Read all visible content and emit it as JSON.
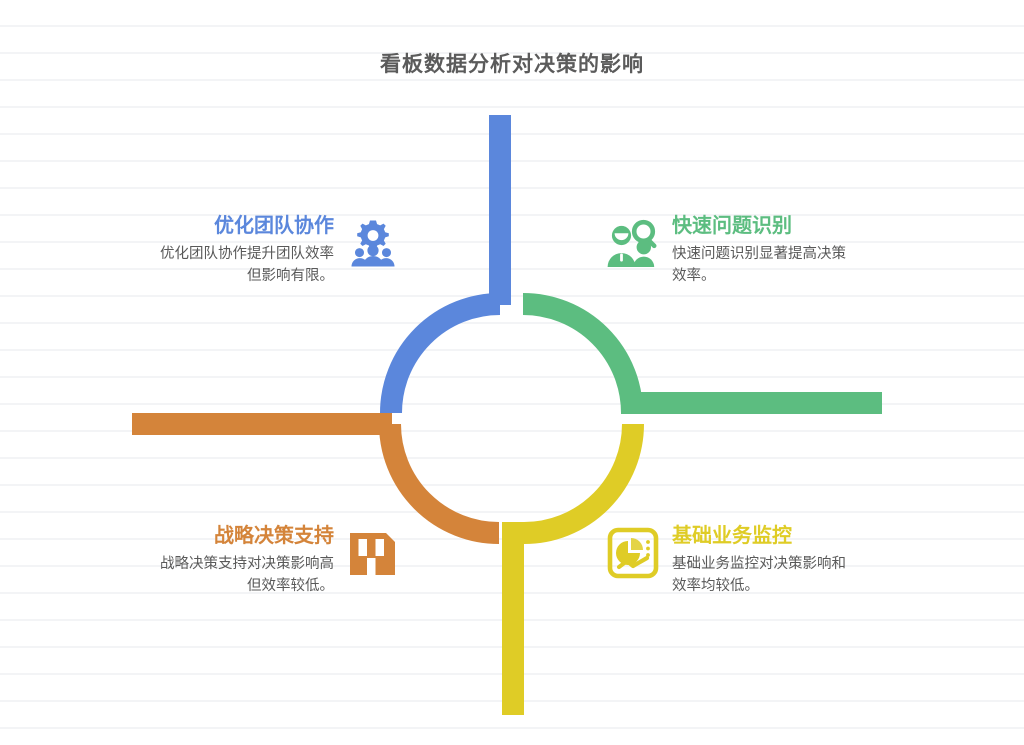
{
  "title": "看板数据分析对决策的影响",
  "colors": {
    "blue": "#5b87dc",
    "green": "#5cbd80",
    "orange": "#d4843a",
    "yellow": "#dfcc26",
    "title_text": "#5b5b5b",
    "body_text": "#595959",
    "background": "#ffffff",
    "rule_line": "#f3f4f6"
  },
  "quadrants": {
    "top_left": {
      "heading": "优化团队协作",
      "description": "优化团队协作提升团队效率但影响有限。",
      "icon": "gear-people-icon",
      "color": "#5b87dc"
    },
    "top_right": {
      "heading": "快速问题识别",
      "description": "快速问题识别显著提高决策效率。",
      "icon": "people-search-icon",
      "color": "#5cbd80"
    },
    "bottom_left": {
      "heading": "战略决策支持",
      "description": "战略决策支持对决策影响高但效率较低。",
      "icon": "bar-building-icon",
      "color": "#d4843a"
    },
    "bottom_right": {
      "heading": "基础业务监控",
      "description": "基础业务监控对决策影响和效率均较低。",
      "icon": "dashboard-chart-icon",
      "color": "#dfcc26"
    }
  },
  "chart_data": {
    "type": "diagram",
    "title": "看板数据分析对决策的影响",
    "layout": "four-quadrant-ring-with-arms",
    "center": [
      512,
      413
    ],
    "ring_radius": 98,
    "stroke_width": 22,
    "segments": [
      {
        "name": "优化团队协作",
        "quadrant": "top-left",
        "color": "#5b87dc",
        "arc_degrees": [
          180,
          270
        ],
        "arm": {
          "direction": "up",
          "from": [
            500,
            413
          ],
          "to": [
            500,
            115
          ]
        }
      },
      {
        "name": "快速问题识别",
        "quadrant": "top-right",
        "color": "#5cbd80",
        "arc_degrees": [
          270,
          360
        ],
        "arm": {
          "direction": "right",
          "from": [
            512,
            403
          ],
          "to": [
            882,
            403
          ]
        }
      },
      {
        "name": "基础业务监控",
        "quadrant": "bottom-right",
        "color": "#dfcc26",
        "arc_degrees": [
          0,
          90
        ],
        "arm": {
          "direction": "down",
          "from": [
            512,
            424
          ],
          "to": [
            512,
            715
          ]
        }
      },
      {
        "name": "战略决策支持",
        "quadrant": "bottom-left",
        "color": "#d4843a",
        "arc_degrees": [
          90,
          180
        ],
        "arm": {
          "direction": "left",
          "from": [
            500,
            424
          ],
          "to": [
            132,
            424
          ]
        }
      }
    ]
  }
}
